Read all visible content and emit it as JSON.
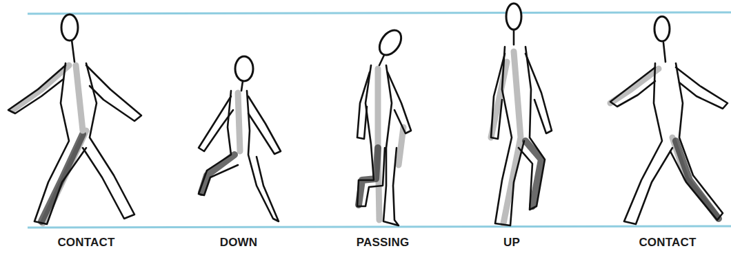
{
  "diagram": {
    "labels": [
      "CONTACT",
      "DOWN",
      "PASSING",
      "UP",
      "CONTACT"
    ]
  }
}
